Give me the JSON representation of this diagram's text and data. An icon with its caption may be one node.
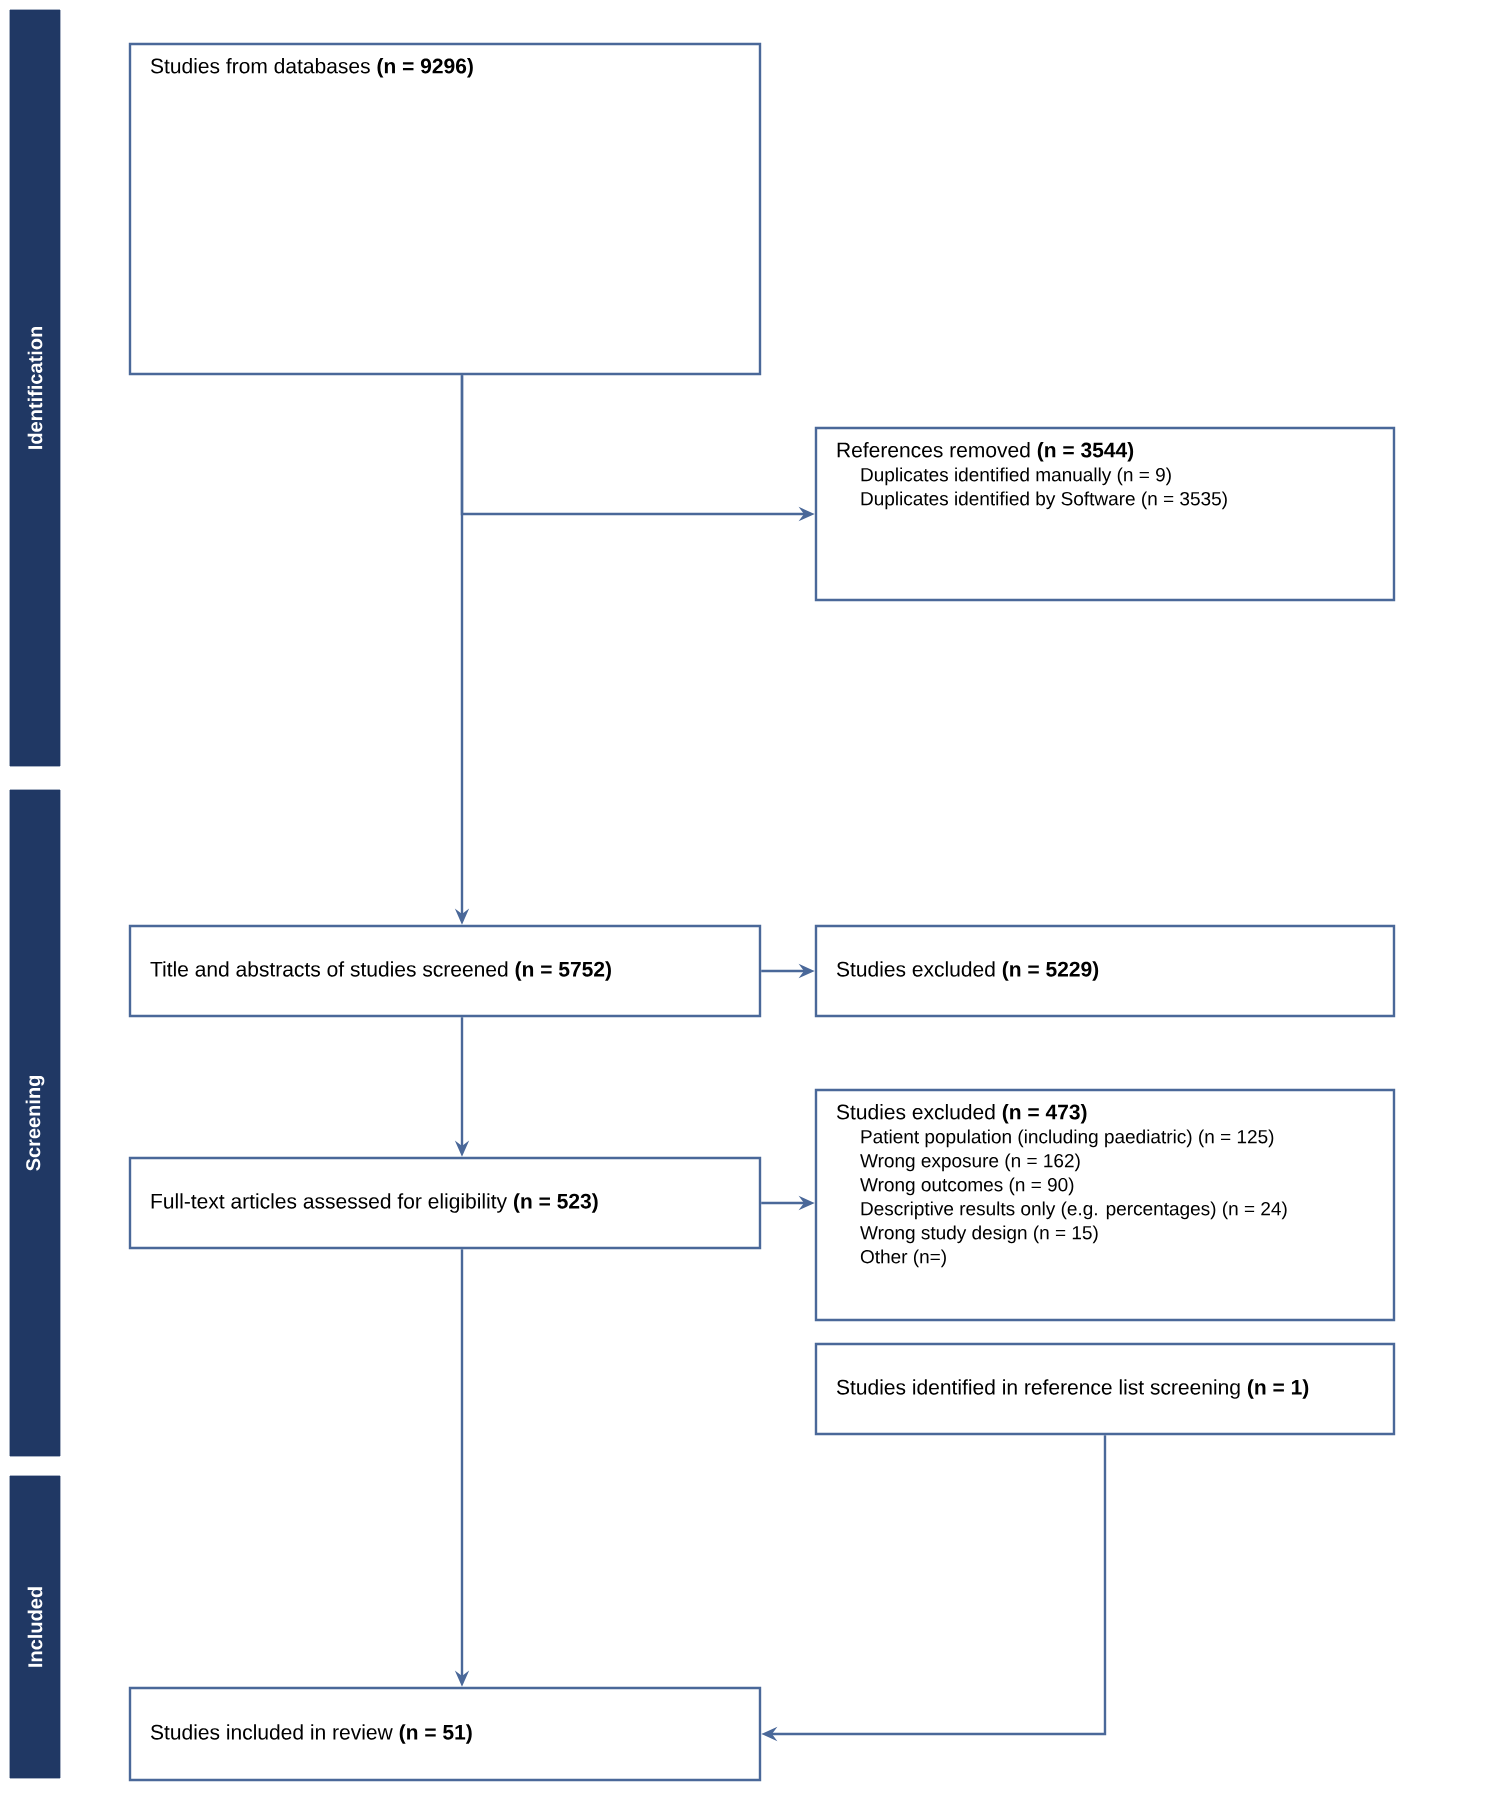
{
  "diagram": {
    "nodes": [
      {
        "text": [
          "Identification"
        ]
      },
      {
        "text": [
          "Screening"
        ]
      },
      {
        "text": [
          "Included"
        ]
      },
      {
        "text": [
          "Studies from databases **(n = 9296)**"
        ]
      },
      {
        "text": [
          "References removed **(n = 3544)**",
          "Duplicates identified manually (n = 9)",
          "Duplicates identified by Software (n = 3535)"
        ]
      },
      {
        "text": [
          "Title and abstracts of studies screened **(n = 5752)**"
        ]
      },
      {
        "text": [
          "Studies excluded **(n = 5229)**"
        ]
      },
      {
        "text": [
          "Full-text articles assessed for eligibility **(n = 523)**"
        ]
      },
      {
        "text": [
          "Studies excluded **(n = 473)**",
          "Patient population (including paediatric) (n = 125)",
          "Wrong exposure (n = 162)",
          "Wrong outcomes (n = 90)",
          "Descriptive results only (e.g. percentages) (n = 24)",
          "Wrong study design (n = 15)",
          "Other (n=)"
        ]
      },
      {
        "text": [
          "Studies identified in reference list screening **(n = 1)**"
        ]
      },
      {
        "text": [
          "Studies included in review **(n = 51)**"
        ]
      }
    ],
    "edges": [
      {
        "from": 3,
        "to": 5,
        "arrow": "to"
      },
      {
        "from": 3,
        "to": 4,
        "arrow": "to"
      },
      {
        "from": 5,
        "to": 6,
        "arrow": "to"
      },
      {
        "from": 5,
        "to": 7,
        "arrow": "to"
      },
      {
        "from": 7,
        "to": 8,
        "arrow": "to"
      },
      {
        "from": 7,
        "to": 10,
        "arrow": "to"
      },
      {
        "from": 9,
        "to": 10,
        "arrow": "to"
      }
    ]
  }
}
